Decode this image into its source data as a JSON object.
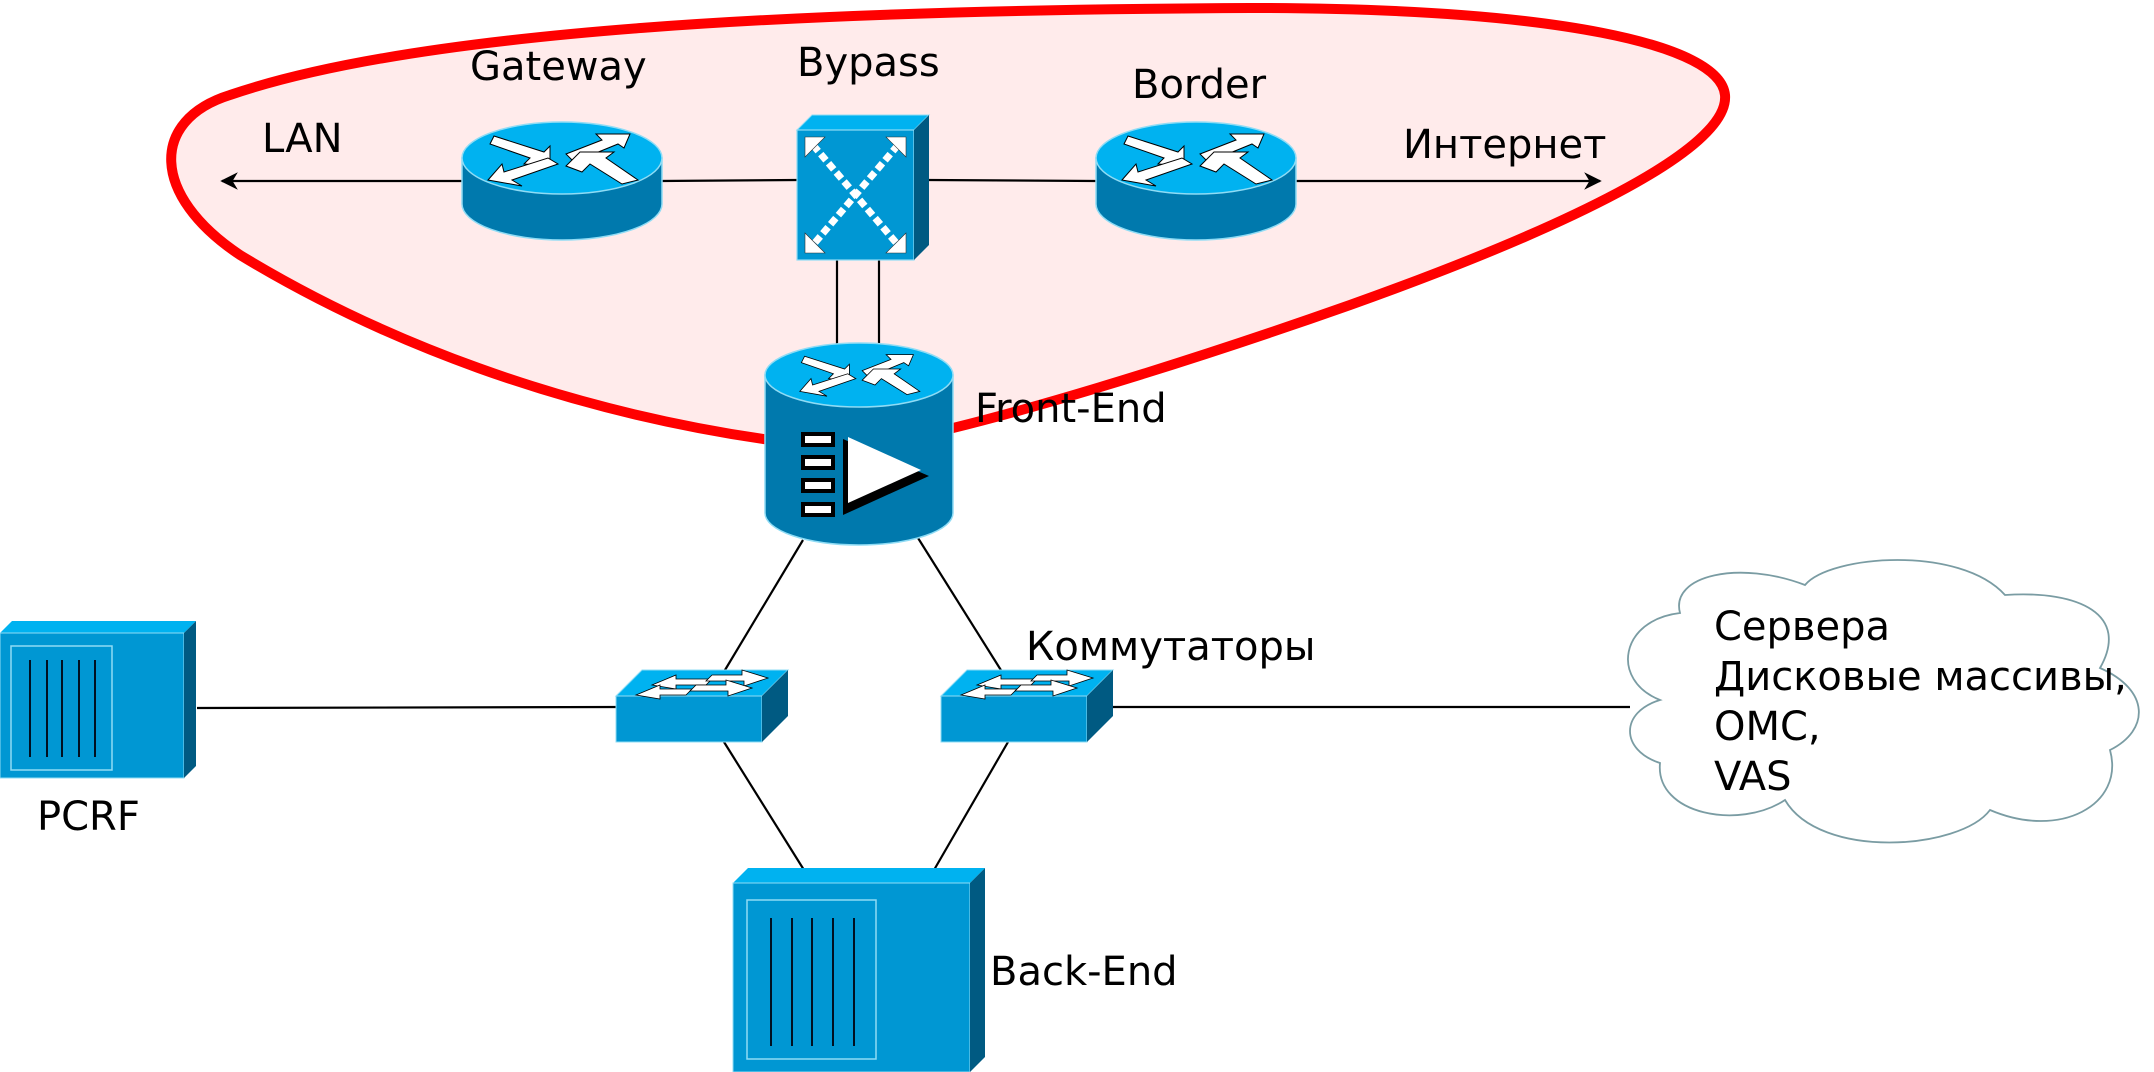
{
  "diagram": {
    "type": "network-topology",
    "colors": {
      "zone_stroke": "#ff0000",
      "zone_fill": "#ffebeb",
      "device_top": "#00b2f0",
      "device_front": "#0097d3",
      "device_side": "#005a82",
      "router_body": "#0079ad",
      "cloud_stroke": "#7a9ca3"
    },
    "labels": {
      "lan": "LAN",
      "gateway": "Gateway",
      "bypass": "Bypass",
      "border": "Border",
      "internet": "Интернет",
      "front_end": "Front-End",
      "switches": "Коммутаторы",
      "pcrf": "PCRF",
      "back_end": "Back-End",
      "cloud_lines": [
        "Сервера",
        "Дисковые массивы,",
        "OMC,",
        "VAS"
      ]
    },
    "nodes": [
      {
        "id": "gateway",
        "kind": "router",
        "label": "Gateway"
      },
      {
        "id": "bypass",
        "kind": "bypass-switch",
        "label": "Bypass"
      },
      {
        "id": "border",
        "kind": "router",
        "label": "Border"
      },
      {
        "id": "front_end",
        "kind": "content-router",
        "label": "Front-End"
      },
      {
        "id": "switch_left",
        "kind": "workgroup-switch",
        "label": "Коммутаторы"
      },
      {
        "id": "switch_right",
        "kind": "workgroup-switch",
        "label": "Коммутаторы"
      },
      {
        "id": "pcrf",
        "kind": "server",
        "label": "PCRF"
      },
      {
        "id": "back_end",
        "kind": "server",
        "label": "Back-End"
      },
      {
        "id": "cloud",
        "kind": "cloud",
        "label": "Сервера, Дисковые массивы, OMC, VAS"
      }
    ],
    "edges": [
      {
        "from": "gateway",
        "to": "LAN",
        "arrow": true
      },
      {
        "from": "gateway",
        "to": "bypass"
      },
      {
        "from": "bypass",
        "to": "border"
      },
      {
        "from": "border",
        "to": "Интернет",
        "arrow": true
      },
      {
        "from": "bypass",
        "to": "front_end",
        "count": 2
      },
      {
        "from": "front_end",
        "to": "switch_left"
      },
      {
        "from": "front_end",
        "to": "switch_right"
      },
      {
        "from": "pcrf",
        "to": "switch_left"
      },
      {
        "from": "switch_right",
        "to": "cloud"
      },
      {
        "from": "switch_left",
        "to": "back_end"
      },
      {
        "from": "switch_right",
        "to": "back_end"
      }
    ]
  }
}
